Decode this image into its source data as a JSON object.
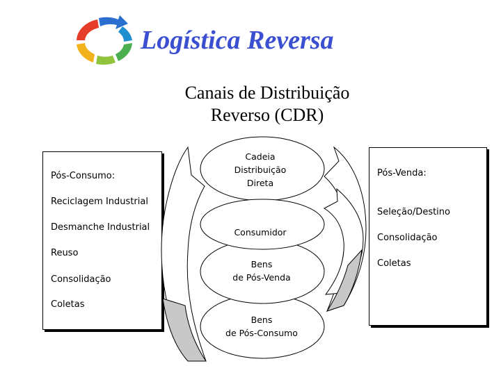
{
  "header": {
    "title": "Logística Reversa",
    "subtitle_line1": "Canais de Distribuição",
    "subtitle_line2": "Reverso (CDR)"
  },
  "left_box": {
    "heading": "Pós-Consumo:",
    "items": [
      "Reciclagem Industrial",
      "Desmanche Industrial",
      "Reuso",
      "Consolidação",
      "Coletas"
    ]
  },
  "right_box": {
    "heading": "Pós-Venda:",
    "items": [
      "Seleção/Destino",
      "Consolidação",
      "Coletas"
    ]
  },
  "center": {
    "cadeia": [
      "Cadeia",
      "Distribuição",
      "Direta"
    ],
    "consumidor": "Consumidor",
    "pos_venda": [
      "Bens",
      "de Pós-Venda"
    ],
    "pos_consumo": [
      "Bens",
      "de Pós-Consumo"
    ]
  },
  "colors": {
    "title": "#3b4fd1",
    "arrow_fill": "#c8c8c8",
    "logo_segments": [
      "#e63d2b",
      "#2a6fcf",
      "#4caf50",
      "#f2b21c",
      "#8fc43c",
      "#2a6fcf"
    ]
  }
}
